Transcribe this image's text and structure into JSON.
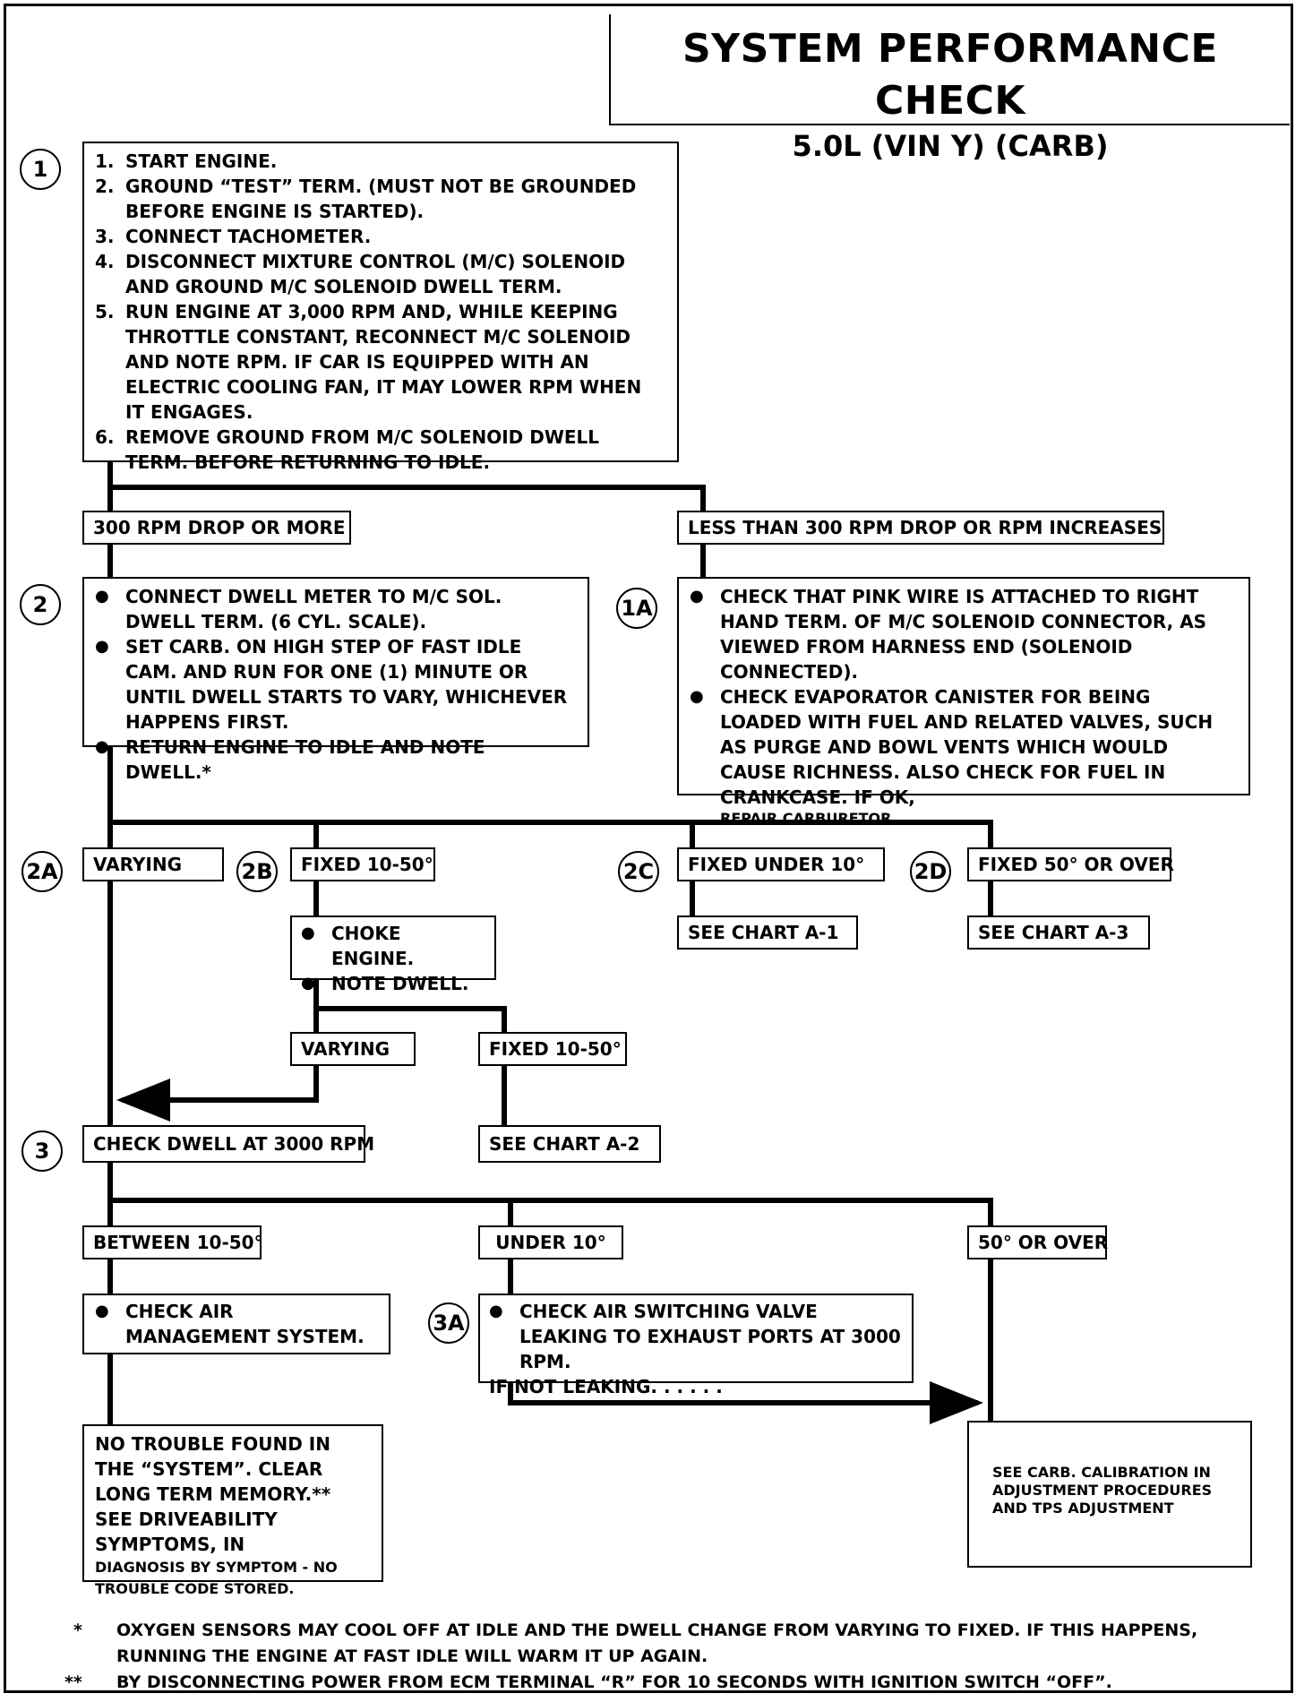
{
  "title": {
    "main": "SYSTEM PERFORMANCE CHECK",
    "sub": "5.0L  (VIN Y)  (CARB)"
  },
  "circles": {
    "c1": "1",
    "c2": "2",
    "c1A": "1A",
    "c2A": "2A",
    "c2B": "2B",
    "c2C": "2C",
    "c2D": "2D",
    "c3": "3",
    "c3A": "3A"
  },
  "step1": {
    "items": [
      {
        "n": "1.",
        "text": "START ENGINE."
      },
      {
        "n": "2.",
        "text": "GROUND “TEST” TERM.  (MUST NOT BE GROUNDED BEFORE ENGINE IS STARTED)."
      },
      {
        "n": "3.",
        "text": "CONNECT TACHOMETER."
      },
      {
        "n": "4.",
        "text": "DISCONNECT MIXTURE CONTROL (M/C) SOLENOID AND GROUND M/C SOLENOID DWELL TERM."
      },
      {
        "n": "5.",
        "text": "RUN ENGINE AT 3,000 RPM AND, WHILE KEEPING THROTTLE CONSTANT, RECONNECT M/C SOLENOID AND NOTE RPM.  IF CAR IS EQUIPPED WITH AN ELECTRIC COOLING FAN, IT MAY LOWER RPM WHEN IT ENGAGES."
      },
      {
        "n": "6.",
        "text": "REMOVE GROUND FROM M/C SOLENOID DWELL TERM. BEFORE RETURNING TO IDLE."
      }
    ]
  },
  "branch1": {
    "left": "300 RPM DROP OR MORE",
    "right": "LESS THAN 300 RPM DROP OR RPM INCREASES"
  },
  "step2": {
    "items": [
      "CONNECT DWELL METER TO M/C SOL. DWELL TERM. (6 CYL. SCALE).",
      "SET CARB. ON HIGH STEP OF FAST IDLE CAM. AND RUN FOR ONE (1) MINUTE OR UNTIL DWELL STARTS TO VARY, WHICHEVER HAPPENS FIRST.",
      "RETURN ENGINE TO IDLE AND NOTE DWELL.*"
    ]
  },
  "step1A": {
    "items": [
      "CHECK THAT PINK WIRE IS ATTACHED TO RIGHT HAND TERM. OF M/C SOLENOID CONNECTOR, AS VIEWED FROM HARNESS END (SOLENOID CONNECTED).",
      "CHECK EVAPORATOR CANISTER FOR BEING LOADED WITH FUEL AND RELATED VALVES, SUCH AS PURGE AND BOWL VENTS WHICH WOULD CAUSE RICHNESS. ALSO CHECK FOR FUEL IN CRANKCASE.  IF OK,"
    ],
    "tail": "REPAIR CARBURETOR"
  },
  "branch2": {
    "a": "VARYING",
    "b": "FIXED 10-50°",
    "c": "FIXED UNDER 10°",
    "d": "FIXED 50° OR OVER"
  },
  "chartA1": "SEE CHART A-1",
  "chartA3": "SEE CHART A-3",
  "step2B": {
    "items": [
      "CHOKE ENGINE.",
      "NOTE DWELL."
    ]
  },
  "branch2B": {
    "varying": "VARYING",
    "fixed": "FIXED 10-50°"
  },
  "chartA2": "SEE CHART A-2",
  "step3": "CHECK DWELL AT 3000 RPM",
  "branch3": {
    "between": "BETWEEN 10-50°",
    "under": "UNDER 10°",
    "over": "50° OR OVER"
  },
  "airMgmt": "CHECK AIR MANAGEMENT SYSTEM.",
  "step3A": {
    "item": "CHECK AIR SWITCHING VALVE LEAKING TO EXHAUST PORTS AT 3000 RPM.",
    "tail": "IF NOT LEAKING. . . . . ."
  },
  "noTrouble": {
    "main": "NO TROUBLE FOUND IN THE “SYSTEM”.  CLEAR LONG TERM MEMORY.**  SEE DRIVEABILITY SYMPTOMS, IN",
    "small": "DIAGNOSIS BY SYMPTOM - NO TROUBLE CODE STORED."
  },
  "carbCal": "SEE CARB. CALIBRATION IN ADJUSTMENT PROCEDURES AND TPS ADJUSTMENT",
  "footnotes": [
    {
      "mark": "*",
      "text": "OXYGEN SENSORS MAY COOL OFF AT IDLE AND THE DWELL CHANGE FROM VARYING TO FIXED.  IF THIS HAPPENS, RUNNING THE ENGINE AT FAST IDLE WILL WARM IT UP AGAIN."
    },
    {
      "mark": "**",
      "text": "BY DISCONNECTING POWER FROM ECM TERMINAL “R” FOR 10 SECONDS WITH IGNITION SWITCH “OFF”."
    }
  ]
}
